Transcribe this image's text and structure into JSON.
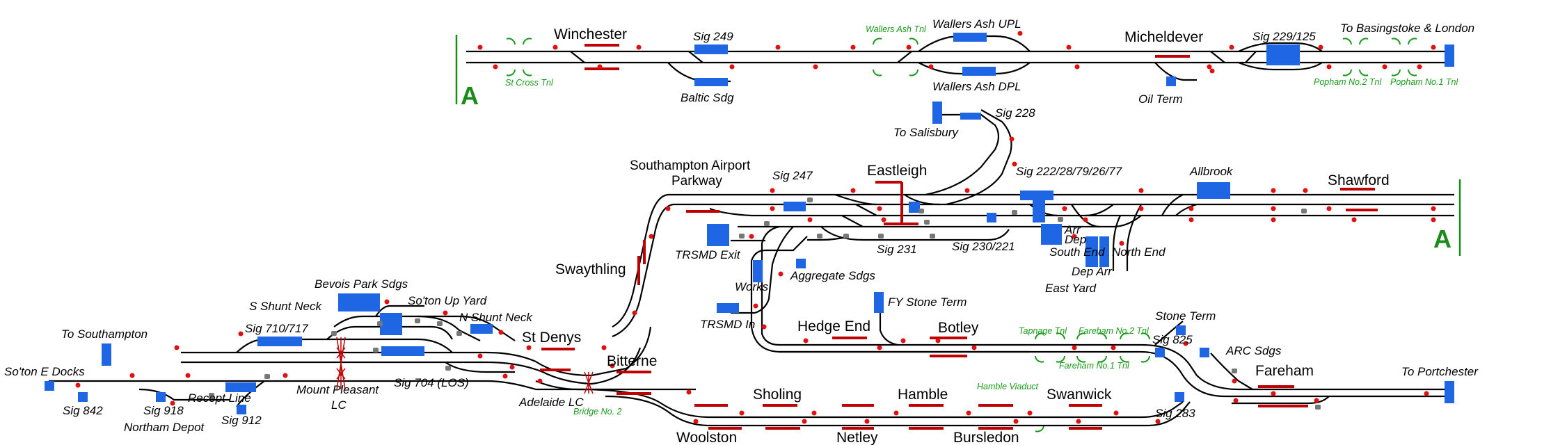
{
  "labels": {
    "winchester": "Winchester",
    "sig249": "Sig 249",
    "wallers_ash_tnl": "Wallers Ash Tnl",
    "wallers_ash_upl": "Wallers Ash UPL",
    "micheldever": "Micheldever",
    "sig229_125": "Sig 229/125",
    "to_basingstoke": "To Basingstoke & London",
    "st_cross_tnl": "St Cross Tnl",
    "baltic_sdg": "Baltic Sdg",
    "wallers_ash_dpl": "Wallers Ash DPL",
    "oil_term": "Oil Term",
    "popham2": "Popham No.2 Tnl",
    "popham1": "Popham No.1 Tnl",
    "marker_a_left": "A",
    "marker_a_right": "A",
    "sig228": "Sig 228",
    "to_salisbury": "To Salisbury",
    "southampton_airport": "Southampton Airport",
    "parkway": "Parkway",
    "sig247": "Sig 247",
    "eastleigh": "Eastleigh",
    "sig222": "Sig 222/28/79/26/77",
    "allbrook": "Allbrook",
    "shawford": "Shawford",
    "trsmd_exit": "TRSMD Exit",
    "sig231": "Sig 231",
    "sig230_221": "Sig 230/221",
    "arr": "Arr",
    "dep": "Dep",
    "south_end": "South End",
    "north_end": "North End",
    "dep_arr": "Dep Arr",
    "east_yard": "East Yard",
    "aggregate_sdgs": "Aggregate Sdgs",
    "works": "Works",
    "swaythling": "Swaythling",
    "fy_stone_term": "FY Stone Term",
    "trsmd_in": "TRSMD In",
    "hedge_end": "Hedge End",
    "botley": "Botley",
    "tapnage_tnl": "Tapnage Tnl",
    "fareham2": "Fareham No.2 Tnl",
    "stone_term": "Stone Term",
    "sig825": "Sig 825",
    "arc_sdgs": "ARC Sdgs",
    "fareham1": "Fareham No.1 Tnl",
    "fareham": "Fareham",
    "to_portchester": "To Portchester",
    "bevois_park": "Bevois Park Sdgs",
    "s_shunt_neck": "S Shunt Neck",
    "soton_up_yard": "So'ton Up Yard",
    "n_shunt_neck": "N Shunt Neck",
    "to_southampton": "To Southampton",
    "sig710_717": "Sig 710/717",
    "st_denys": "St Denys",
    "bitterne": "Bitterne",
    "soton_e_docks": "So'ton E Docks",
    "mount_pleasant": "Mount Pleasant",
    "lc": "LC",
    "sig704": "Sig 704 (LOS)",
    "adelaide_lc": "Adelaide LC",
    "bridge2": "Bridge No. 2",
    "sig842": "Sig 842",
    "sig918": "Sig 918",
    "recept_line": "Recept Line",
    "northam_depot": "Northam Depot",
    "sig912": "Sig 912",
    "sholing": "Sholing",
    "hamble": "Hamble",
    "hamble_viaduct": "Hamble Viaduct",
    "swanwick": "Swanwick",
    "sig283": "Sig 283",
    "woolston": "Woolston",
    "netley": "Netley",
    "bursledon": "Bursledon"
  },
  "colors": {
    "track": "#000000",
    "platform": "#c00000",
    "block": "#1f66e5",
    "signal": "#e01010",
    "tunnel": "#1a9a1a"
  }
}
